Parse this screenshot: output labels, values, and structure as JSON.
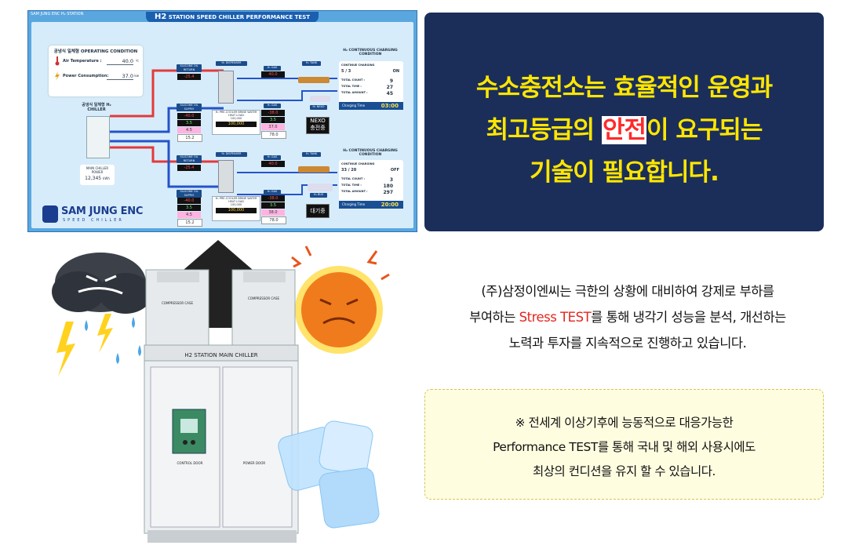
{
  "dashboard": {
    "topbar": "SAM JUNG ENC H₂ STATION",
    "title_h2": "H2",
    "title_text": "STATION SPEED CHILLER PERFORMANCE TEST",
    "operating": {
      "heading": "공냉식 일체형 OPERATING CONDITION",
      "air_label": "Air Temperature :",
      "air_value": "40.0",
      "air_unit": "℃",
      "power_label": "Power Consumption:",
      "power_value": "37.0",
      "power_unit": "kw"
    },
    "chiller_label": "공냉식 일체형 H₂ CHILLER",
    "main_power_label": "MAIN CHILLER POWER",
    "main_power_value": "12,345",
    "main_power_unit": "kWh",
    "logo_name": "SAM JUNG ENC",
    "logo_sub": "SPEED CHILLER",
    "lines": [
      {
        "ret_tag": "SILICONE OIL RETURN",
        "ret_val": "-25.4",
        "sup_tag": "SILICONE OIL SUPPLY",
        "sup_val": "-40.0",
        "flow1": "3.5",
        "flow2": "4.5",
        "dt": "15.2",
        "disp_tag": "H₂ DISPENSER",
        "pre_tag": "H₂ PRE-COOLER BRINE WATER HEAT LOAD",
        "pre_small": "100,000",
        "pre_big": "100,000",
        "gas1_tag": "H₂ GAS",
        "gas1_val": "40.0",
        "gas2_tag": "H₂ GAS",
        "gas2_val": "-38.0",
        "gas_flow": "3.5",
        "gas_temp": "37.0",
        "gas_dt": "78.0",
        "tank_tag": "H₂ TANK",
        "cc_head": "H₂ CONTINUOUS CHARGING CONDITION",
        "cc_label": "CONTINUE CHARGING",
        "cc_a": "5",
        "cc_b": "3",
        "cc_state": "ON",
        "count_label": "TOTAL COUNT :",
        "count": "9",
        "time_label": "TOTAL TIME :",
        "time": "27",
        "amount_label": "TOTAL AMOUNT :",
        "amount": "45",
        "charging_label": "Charging Time",
        "charging": "03:00",
        "badge1": "NEXO",
        "badge2": "충전중",
        "vehicle_tag": "H₂ NEXO"
      },
      {
        "ret_tag": "SILICONE OIL RETURN",
        "ret_val": "-25.4",
        "sup_tag": "SILICONE OIL SUPPLY",
        "sup_val": "-40.0",
        "flow1": "3.5",
        "flow2": "4.5",
        "dt": "15.2",
        "disp_tag": "H₂ DISPENSER",
        "pre_tag": "H₂ PRE-COOLER BRINE WATER HEAT LOAD",
        "pre_small": "100,000",
        "pre_big": "100,000",
        "gas1_tag": "H₂ GAS",
        "gas1_val": "40.0",
        "gas2_tag": "H₂ GAS",
        "gas2_val": "-38.0",
        "gas_flow": "3.5",
        "gas_temp": "38.0",
        "gas_dt": "78.0",
        "tank_tag": "H₂ TANK",
        "cc_head": "H₂ CONTINUOUS CHARGING CONDITION",
        "cc_label": "CONTINUE CHARGING",
        "cc_a": "33",
        "cc_b": "20",
        "cc_state": "OFF",
        "count_label": "TOTAL COUNT :",
        "count": "3",
        "time_label": "TOTAL TIME :",
        "time": "180",
        "amount_label": "TOTAL AMOUNT :",
        "amount": "297",
        "charging_label": "Charging Time",
        "charging": "20:00",
        "badge1": "대기중",
        "badge2": "",
        "vehicle_tag": "H₂ BUS"
      }
    ]
  },
  "hero": {
    "line1": "수소충전소는 효율적인 운영과",
    "line2_pre": "최고등급의 ",
    "line2_red": "안전",
    "line2_post": "이 요구되는",
    "line3": "기술이 필요합니다."
  },
  "description": {
    "line1": "(주)삼정이엔씨는 극한의 상황에 대비하여 강제로 부하를",
    "line2_pre": "부여하는 ",
    "line2_red": "Stress TEST",
    "line2_post": "를 통해 냉각기 성능을 분석, 개선하는",
    "line3": "노력과 투자를 지속적으로 진행하고 있습니다."
  },
  "note": {
    "line1": "※ 전세계 이상기후에 능동적으로 대응가능한",
    "line2": "Performance TEST를 통해 국내 및 해외 사용시에도",
    "line3": "최상의 컨디션을 유지 할 수 있습니다."
  },
  "illustration": {
    "cabinet_label": "H2 STATION MAIN CHILLER",
    "control_label": "CONTROL DOOR",
    "power_label": "POWER DOOR",
    "fan_label_left": "COMPRESSOR CASE",
    "fan_label_right": "COMPRESSOR CASE"
  },
  "colors": {
    "hero_bg": "#1b2e5a",
    "hero_text": "#ffe600",
    "accent_red": "#e3261f",
    "note_bg": "#fffde0"
  }
}
